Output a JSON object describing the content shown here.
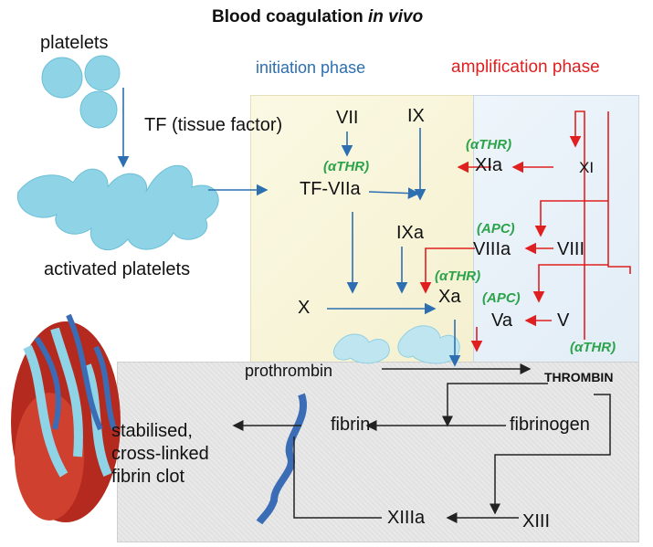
{
  "title": {
    "main": "Blood coagulation ",
    "italic": "in vivo"
  },
  "phases": {
    "initiation": "initiation phase",
    "amplification": "amplification phase"
  },
  "labels": {
    "platelets": "platelets",
    "tf": "TF (tissue factor)",
    "activated_platelets": "activated platelets",
    "vii": "VII",
    "ix": "IX",
    "tf_viia": "TF-VIIa",
    "ixa": "IXa",
    "x": "X",
    "xa": "Xa",
    "xia": "XIa",
    "xi": "XI",
    "viiia": "VIIIa",
    "viii": "VIII",
    "va": "Va",
    "v": "V",
    "prothrombin": "prothrombin",
    "thrombin": "THROMBIN",
    "fibrin": "fibrin",
    "fibrinogen": "fibrinogen",
    "clot": [
      "stabilised,",
      "cross-linked",
      "fibrin clot"
    ],
    "xiiia": "XIIIa",
    "xiii": "XIII"
  },
  "regulators": {
    "thr_tf": "(αTHR)",
    "thr_xia": "(αTHR)",
    "apc_viiia": "(APC)",
    "thr_xa": "(αTHR)",
    "apc_va": "(APC)",
    "thr_bottom": "(αTHR)"
  },
  "colors": {
    "blue": "#2d6fb0",
    "red": "#e02020",
    "green": "#2aa34a",
    "dark": "#222222"
  }
}
